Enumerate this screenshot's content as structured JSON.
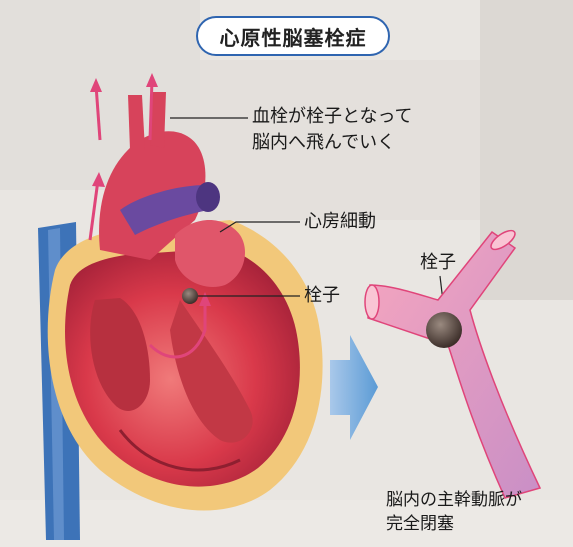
{
  "title": "心原性脳塞栓症",
  "labels": {
    "embolus_travel_line1": "血栓が栓子となって",
    "embolus_travel_line2": "脳内へ飛んでいく",
    "atrial_fibrillation": "心房細動",
    "embolus_heart": "栓子",
    "embolus_vessel": "栓子",
    "occlusion_line1": "脳内の主幹動脈が",
    "occlusion_line2": "完全閉塞"
  },
  "colors": {
    "title_border": "#2f65b0",
    "arrow_blue": "#5b9bd5",
    "flow_arrow": "#e0457a",
    "heart_red": "#d9394a",
    "vessel_pink": "#f08aa8"
  }
}
